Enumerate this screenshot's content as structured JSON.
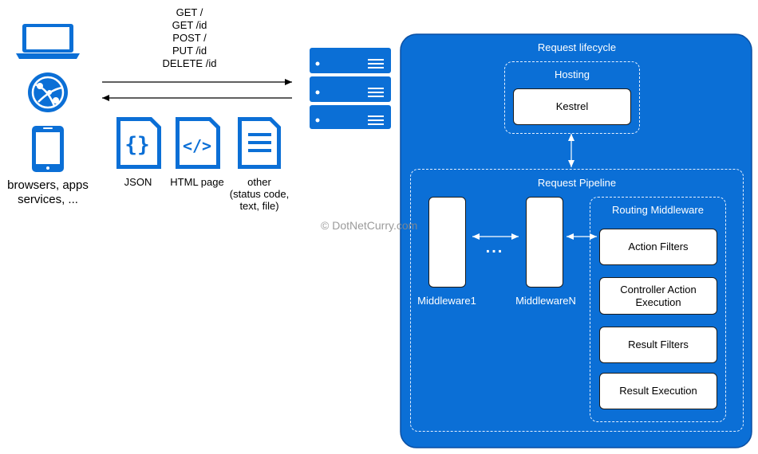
{
  "http_methods": [
    "GET /",
    "GET /id",
    "POST /",
    "PUT /id",
    "DELETE /id"
  ],
  "clients": {
    "label_line1": "browsers, apps",
    "label_line2": "services, ...",
    "icons": [
      "laptop-icon",
      "globe-network-icon",
      "phone-icon"
    ]
  },
  "responses": [
    {
      "icon": "json-file-icon",
      "lines": [
        "JSON"
      ]
    },
    {
      "icon": "html-file-icon",
      "lines": [
        "HTML page"
      ]
    },
    {
      "icon": "document-file-icon",
      "lines": [
        "other",
        "(status code,",
        "text, file)"
      ]
    }
  ],
  "server": {
    "icon": "server-stack-icon"
  },
  "lifecycle": {
    "title": "Request lifecycle",
    "hosting": {
      "title": "Hosting",
      "kestrel": "Kestrel"
    },
    "pipeline": {
      "title": "Request Pipeline",
      "middleware1": "Middleware1",
      "ellipsis": "...",
      "middlewareN": "MiddlewareN",
      "routing": {
        "title": "Routing Middleware",
        "action_filters": "Action Filters",
        "controller_action_line1": "Controller Action",
        "controller_action_line2": "Execution",
        "result_filters": "Result Filters",
        "result_execution": "Result Execution"
      }
    }
  },
  "watermark": "© DotNetCurry.com",
  "colors": {
    "primary": "#0b6fd6",
    "dark_border": "#0a4fa3",
    "white": "#ffffff"
  }
}
